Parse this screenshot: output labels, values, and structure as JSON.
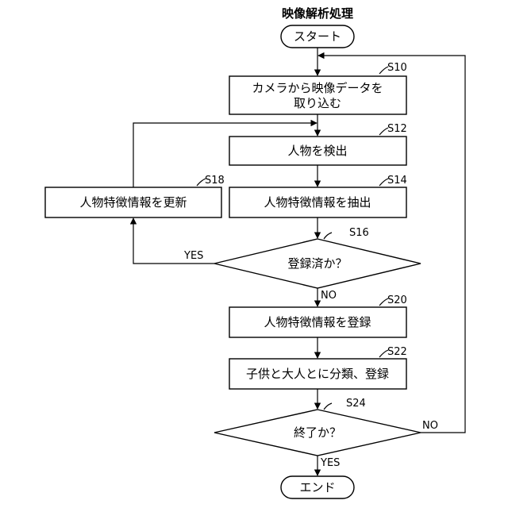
{
  "title": "映像解析処理",
  "start": "スタート",
  "end": "エンド",
  "steps": {
    "s10": {
      "id": "S10",
      "lines": [
        "カメラから映像データを",
        "取り込む"
      ]
    },
    "s12": {
      "id": "S12",
      "text": "人物を検出"
    },
    "s14": {
      "id": "S14",
      "text": "人物特徴情報を抽出"
    },
    "s16": {
      "id": "S16",
      "text": "登録済か？"
    },
    "s18": {
      "id": "S18",
      "text": "人物特徴情報を更新"
    },
    "s20": {
      "id": "S20",
      "text": "人物特徴情報を登録"
    },
    "s22": {
      "id": "S22",
      "text": "子供と大人とに分類、登録"
    },
    "s24": {
      "id": "S24",
      "text": "終了か？"
    }
  },
  "branches": {
    "s16_yes": "YES",
    "s16_no": "NO",
    "s24_no": "NO",
    "s24_yes": "YES"
  }
}
